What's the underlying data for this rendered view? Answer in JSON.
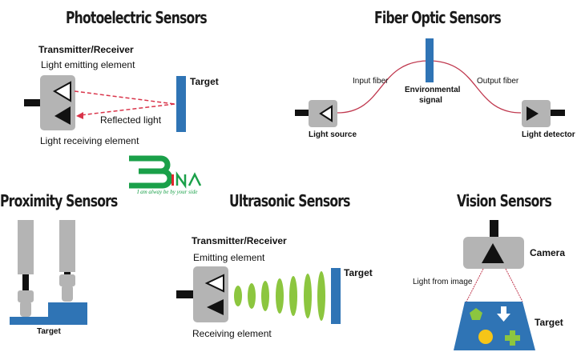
{
  "colors": {
    "sensor_body": "#b4b4b4",
    "target": "#2f74b5",
    "beam": "#d9344a",
    "fiber": "#c0394f",
    "wave": "#8cc63f",
    "logo_green": "#1aa049",
    "logo_red": "#e0262b",
    "vision_yellow": "#f5c518"
  },
  "photoelectric": {
    "title": "Photoelectric Sensors",
    "transmitter_label": "Transmitter/Receiver",
    "emitting_label": "Light emitting element",
    "receiving_label": "Light receiving element",
    "target_label": "Target",
    "reflected_label": "Reflected light"
  },
  "fiber_optic": {
    "title": "Fiber Optic Sensors",
    "input_label": "Input fiber",
    "output_label": "Output fiber",
    "env_label_line1": "Environmental",
    "env_label_line2": "signal",
    "source_label": "Light source",
    "detector_label": "Light detector"
  },
  "logo": {
    "brand": "BINA",
    "tagline": "I am alway be by your side"
  },
  "proximity": {
    "title": "Proximity Sensors",
    "target_label": "Target"
  },
  "ultrasonic": {
    "title": "Ultrasonic Sensors",
    "transmitter_label": "Transmitter/Receiver",
    "emitting_label": "Emitting element",
    "receiving_label": "Receiving element",
    "target_label": "Target"
  },
  "vision": {
    "title": "Vision Sensors",
    "camera_label": "Camera",
    "light_label": "Light from image",
    "target_label": "Target"
  }
}
